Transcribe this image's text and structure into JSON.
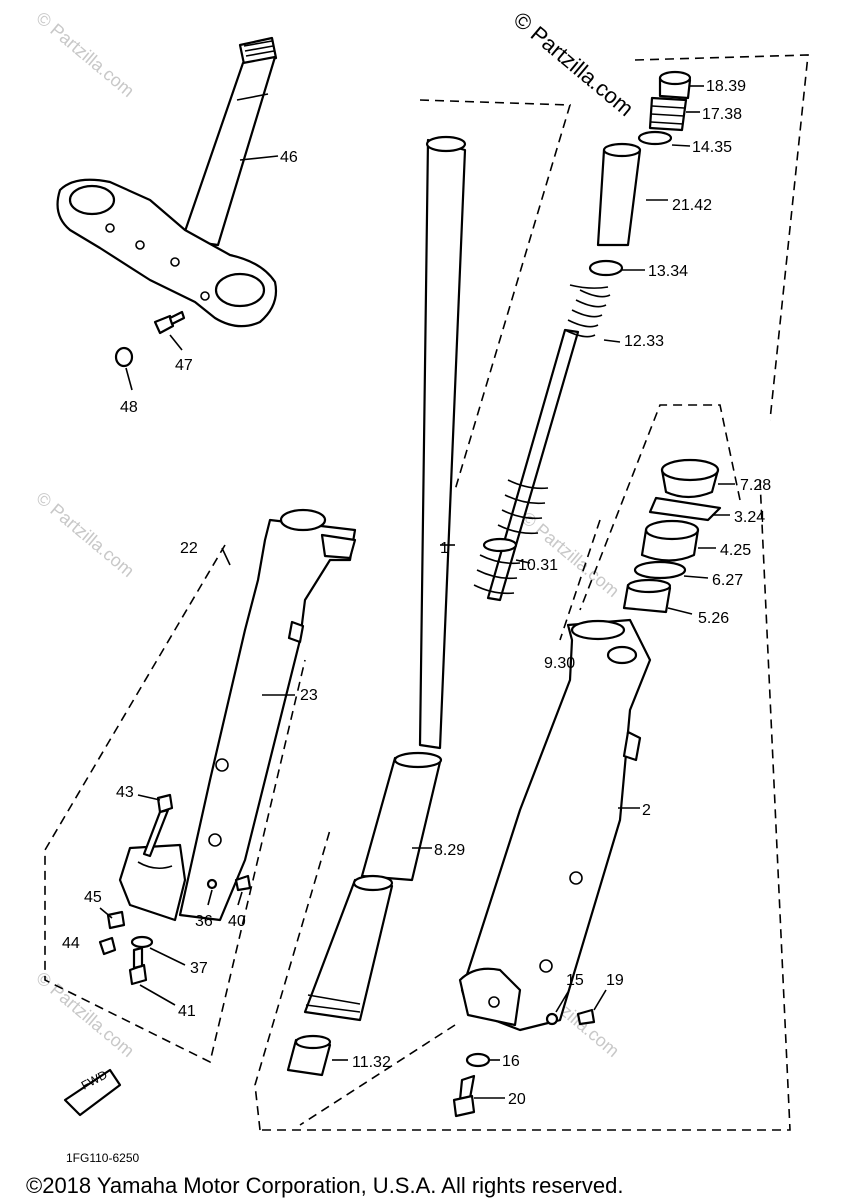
{
  "watermark": {
    "main": "© Partzilla.com",
    "faint": "© Partzilla.com"
  },
  "diagram_code": "1FG110-6250",
  "fwd_label": "FWD",
  "footer": "©2018 Yamaha Motor Corporation, U.S.A. All rights reserved.",
  "labels": {
    "p1": "1",
    "p2": "2",
    "p22": "22",
    "p23": "23",
    "p43": "43",
    "p45": "45",
    "p44": "44",
    "p36": "36",
    "p40": "40",
    "p37": "37",
    "p41": "41",
    "p46": "46",
    "p47": "47",
    "p48": "48",
    "p8_29": "8.29",
    "p11_32": "11.32",
    "p10_31": "10.31",
    "p9_30": "9.30",
    "p12_33": "12.33",
    "p13_34": "13.34",
    "p21_42": "21.42",
    "p14_35": "14.35",
    "p17_38": "17.38",
    "p18_39": "18.39",
    "p7_28": "7.28",
    "p3_24": "3.24",
    "p4_25": "4.25",
    "p6_27": "6.27",
    "p5_26": "5.26",
    "p15": "15",
    "p19": "19",
    "p16": "16",
    "p20": "20"
  }
}
